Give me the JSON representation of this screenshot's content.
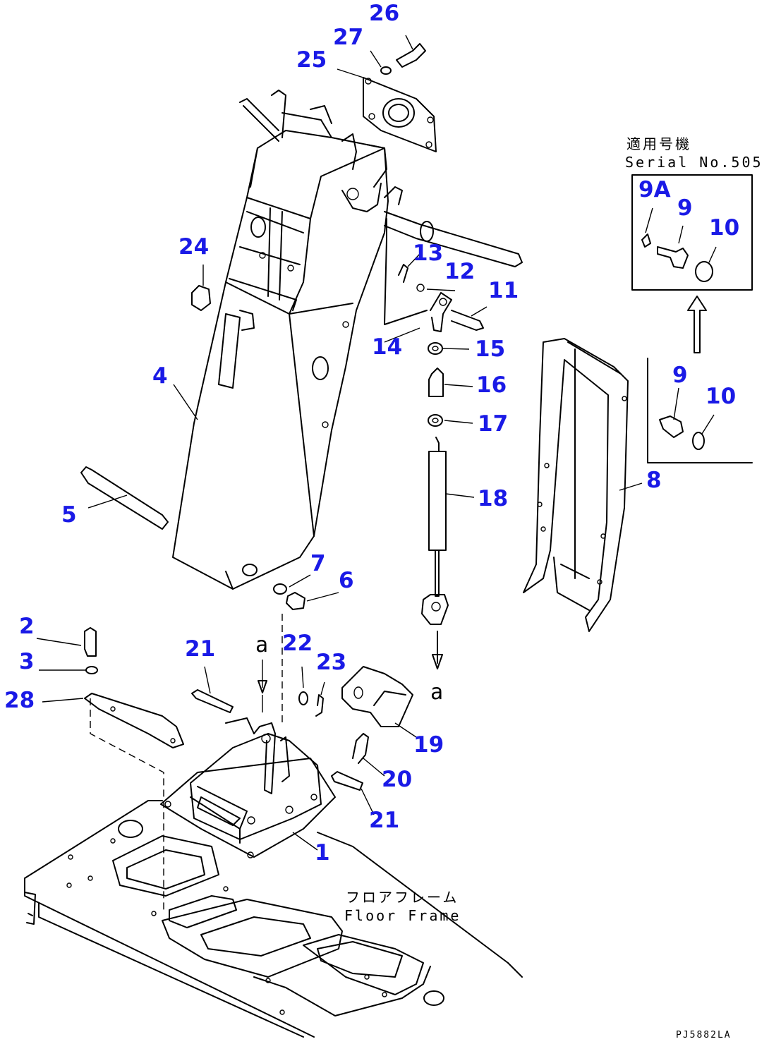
{
  "callouts": {
    "c1": "1",
    "c2": "2",
    "c3": "3",
    "c4": "4",
    "c5": "5",
    "c6": "6",
    "c7": "7",
    "c8": "8",
    "c9a": "9A",
    "c9_box": "9",
    "c9": "9",
    "c10_box": "10",
    "c10": "10",
    "c11": "11",
    "c12": "12",
    "c13": "13",
    "c14": "14",
    "c15": "15",
    "c16": "16",
    "c17": "17",
    "c18": "18",
    "c19": "19",
    "c20": "20",
    "c21_top": "21",
    "c21_bottom": "21",
    "c22": "22",
    "c23": "23",
    "c24": "24",
    "c25": "25",
    "c26": "26",
    "c27": "27",
    "c28": "28"
  },
  "notes": {
    "serial_jp": "適用号機",
    "serial_en": "Serial No.505 ~",
    "floor_jp": "フロアフレーム",
    "floor_en": "Floor Frame",
    "ref_a_top": "a",
    "ref_a_right": "a",
    "drawing_code": "PJ5882LA"
  },
  "colors": {
    "callout": "#1a1ae6",
    "line": "#000000",
    "background": "#ffffff"
  }
}
